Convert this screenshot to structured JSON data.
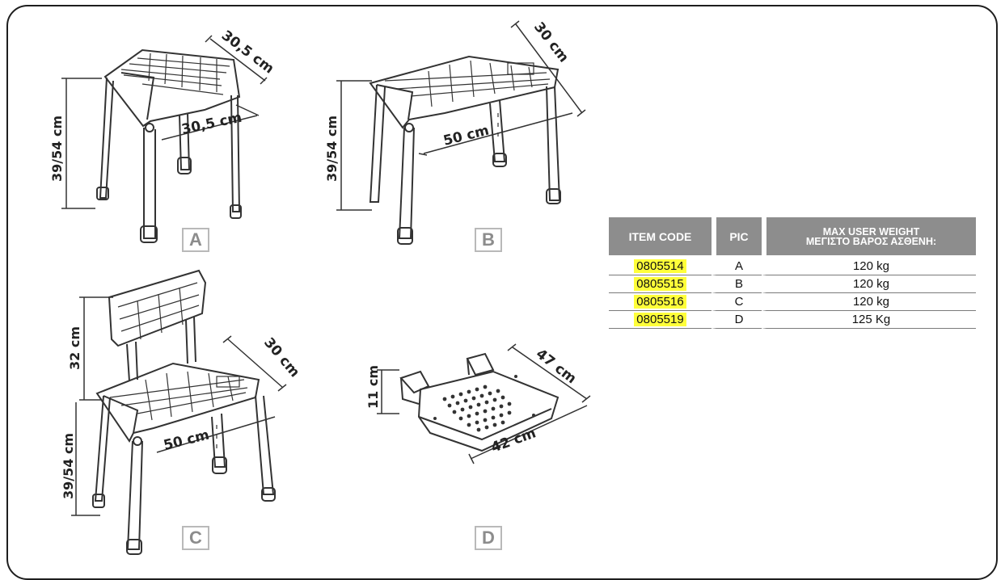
{
  "illustrations": {
    "a": {
      "letter": "A",
      "height": "39/54 cm",
      "depth": "30,5 cm",
      "width": "30,5 cm"
    },
    "b": {
      "letter": "B",
      "height": "39/54 cm",
      "depth": "30 cm",
      "width": "50 cm"
    },
    "c": {
      "letter": "C",
      "back_height": "32 cm",
      "height": "39/54 cm",
      "depth": "30 cm",
      "width": "50 cm"
    },
    "d": {
      "letter": "D",
      "height": "11 cm",
      "depth": "47 cm",
      "width": "42 cm"
    }
  },
  "table": {
    "headers": {
      "item_code": "ITEM CODE",
      "pic": "PIC",
      "weight_line1": "MAX USER WEIGHT",
      "weight_line2": "ΜΕΓΙΣΤΟ ΒΑΡΟΣ ΑΣΘΕΝΗ:"
    },
    "rows": [
      {
        "code": "0805514",
        "pic": "A",
        "weight": "120 kg"
      },
      {
        "code": "0805515",
        "pic": "B",
        "weight": "120 kg"
      },
      {
        "code": "0805516",
        "pic": "C",
        "weight": "120 kg"
      },
      {
        "code": "0805519",
        "pic": "D",
        "weight": "125 Kg"
      }
    ],
    "highlight_color": "#ffff3a",
    "header_color": "#8d8d8d"
  }
}
